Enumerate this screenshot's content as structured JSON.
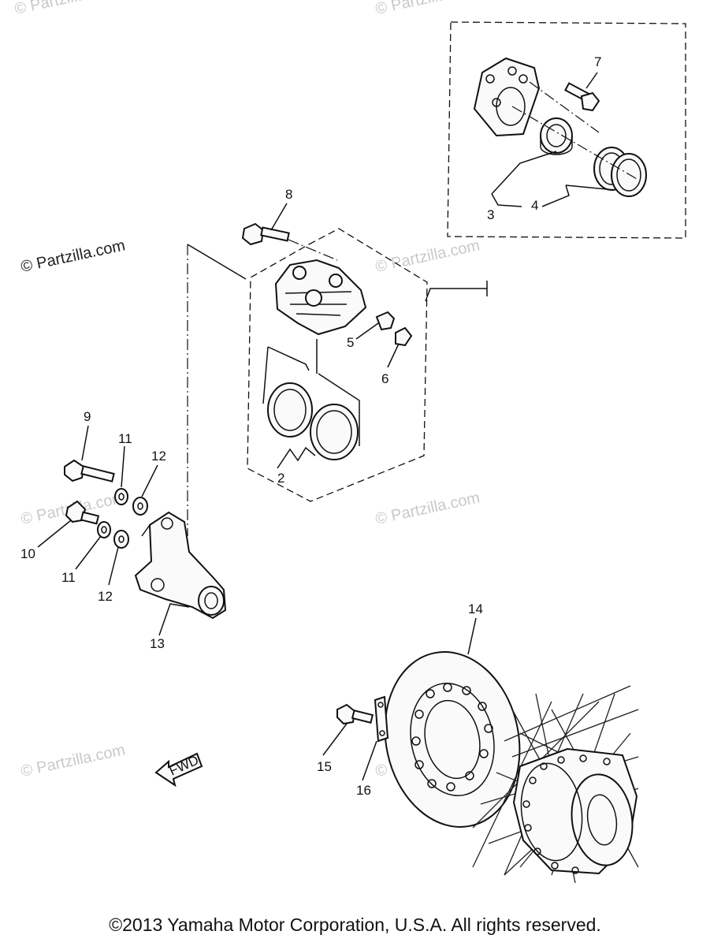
{
  "watermark": "© Partzilla.com",
  "copyright": "©2013  Yamaha Motor Corporation, U.S.A. All rights reserved.",
  "fwd_label": "FWD",
  "callouts": {
    "c2": "2",
    "c3": "3",
    "c4": "4",
    "c5": "5",
    "c6": "6",
    "c7": "7",
    "c8": "8",
    "c9": "9",
    "c10": "10",
    "c11a": "11",
    "c11b": "11",
    "c12a": "12",
    "c12b": "12",
    "c13": "13",
    "c14": "14",
    "c15": "15",
    "c16": "16"
  }
}
